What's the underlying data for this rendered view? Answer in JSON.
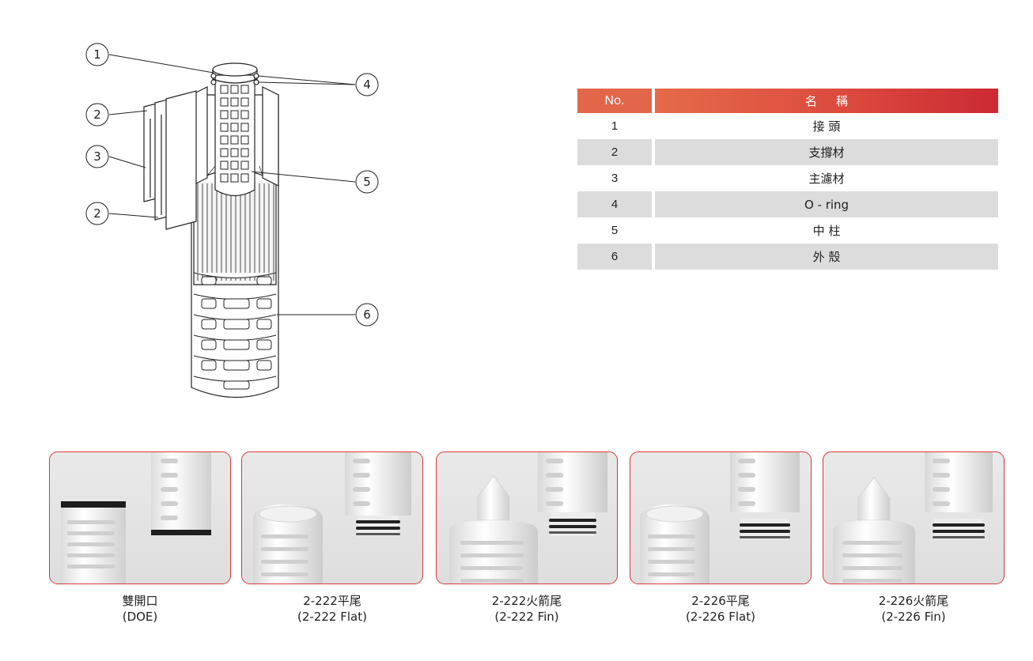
{
  "diagram": {
    "callouts": [
      "1",
      "4",
      "2",
      "3",
      "5",
      "2",
      "6"
    ],
    "icon": "filter-cartridge-cutaway"
  },
  "table": {
    "header": {
      "no": "No.",
      "name": "名稱"
    },
    "rows": [
      {
        "no": "1",
        "name": "接 頭"
      },
      {
        "no": "2",
        "name": "支撐材"
      },
      {
        "no": "3",
        "name": "主濾材"
      },
      {
        "no": "4",
        "name": "O - ring"
      },
      {
        "no": "5",
        "name": "中 柱"
      },
      {
        "no": "6",
        "name": "外 殼"
      }
    ],
    "colors": {
      "header_start": "#e56a49",
      "header_end": "#cc2a33",
      "row_shade": "#dcdcdc"
    }
  },
  "end_types": [
    {
      "name": "雙開口",
      "sub": "(DOE)",
      "icon": "doe-end-photo"
    },
    {
      "name": "2-222平尾",
      "sub": "(2-222 Flat)",
      "icon": "flat-end-photo"
    },
    {
      "name": "2-222火箭尾",
      "sub": "(2-222 Fin)",
      "icon": "fin-end-photo"
    },
    {
      "name": "2-226平尾",
      "sub": "(2-226 Flat)",
      "icon": "flat-end-photo"
    },
    {
      "name": "2-226火箭尾",
      "sub": "(2-226 Fin)",
      "icon": "fin-end-photo"
    }
  ],
  "card_border_color": "#d9383a"
}
